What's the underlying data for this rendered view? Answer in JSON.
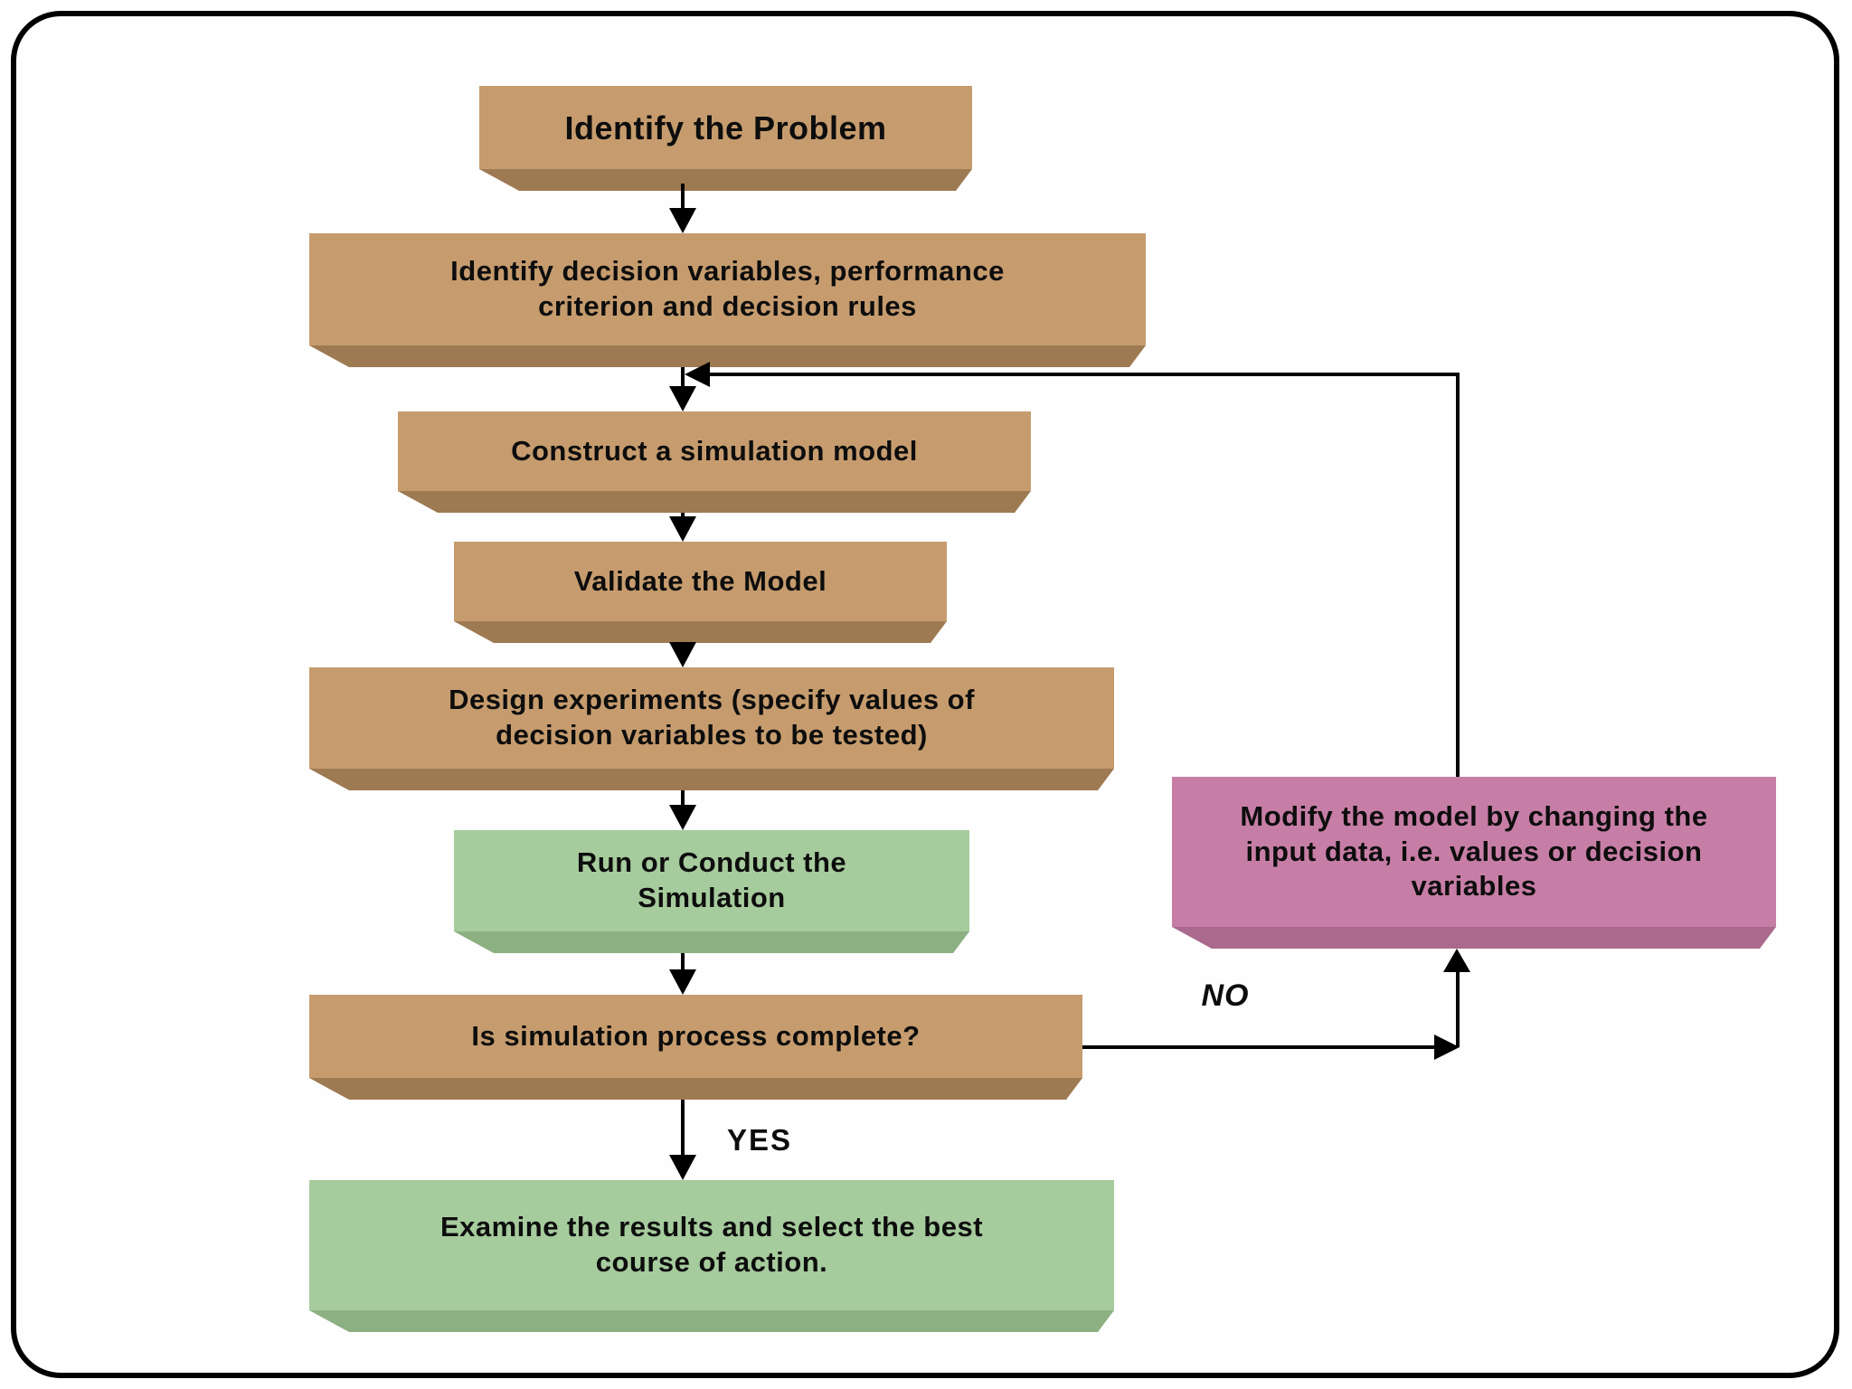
{
  "canvas": {
    "background": "#ffffff",
    "border_color": "#000000"
  },
  "flowchart": {
    "nodes": [
      {
        "id": "identify-problem",
        "label": "Identify the Problem",
        "fill": "tan"
      },
      {
        "id": "identify-decision-variables",
        "label": "Identify decision variables, performance criterion and decision rules",
        "fill": "tan"
      },
      {
        "id": "construct-simulation-model",
        "label": "Construct a simulation model",
        "fill": "tan"
      },
      {
        "id": "validate-model",
        "label": "Validate the Model",
        "fill": "tan"
      },
      {
        "id": "design-experiments",
        "label": "Design experiments (specify values of decision variables to be tested)",
        "fill": "tan"
      },
      {
        "id": "run-simulation",
        "label": "Run or Conduct the Simulation",
        "fill": "green"
      },
      {
        "id": "simulation-complete",
        "label": "Is simulation process complete?",
        "fill": "tan"
      },
      {
        "id": "examine-results",
        "label": "Examine the results and select the best course of action.",
        "fill": "green"
      },
      {
        "id": "modify-model",
        "label": "Modify the model by changing the input data, i.e. values or decision variables",
        "fill": "pink"
      }
    ],
    "edge_labels": {
      "yes": "YES",
      "no": "NO"
    },
    "colors": {
      "tan": "#c69c6e",
      "tan_shadow": "#9e7a52",
      "green": "#a6cb9d",
      "green_shadow": "#8db083",
      "pink": "#c77ea6",
      "pink_shadow": "#a96a8d",
      "line": "#000000",
      "text": "#0d0d0d"
    }
  }
}
